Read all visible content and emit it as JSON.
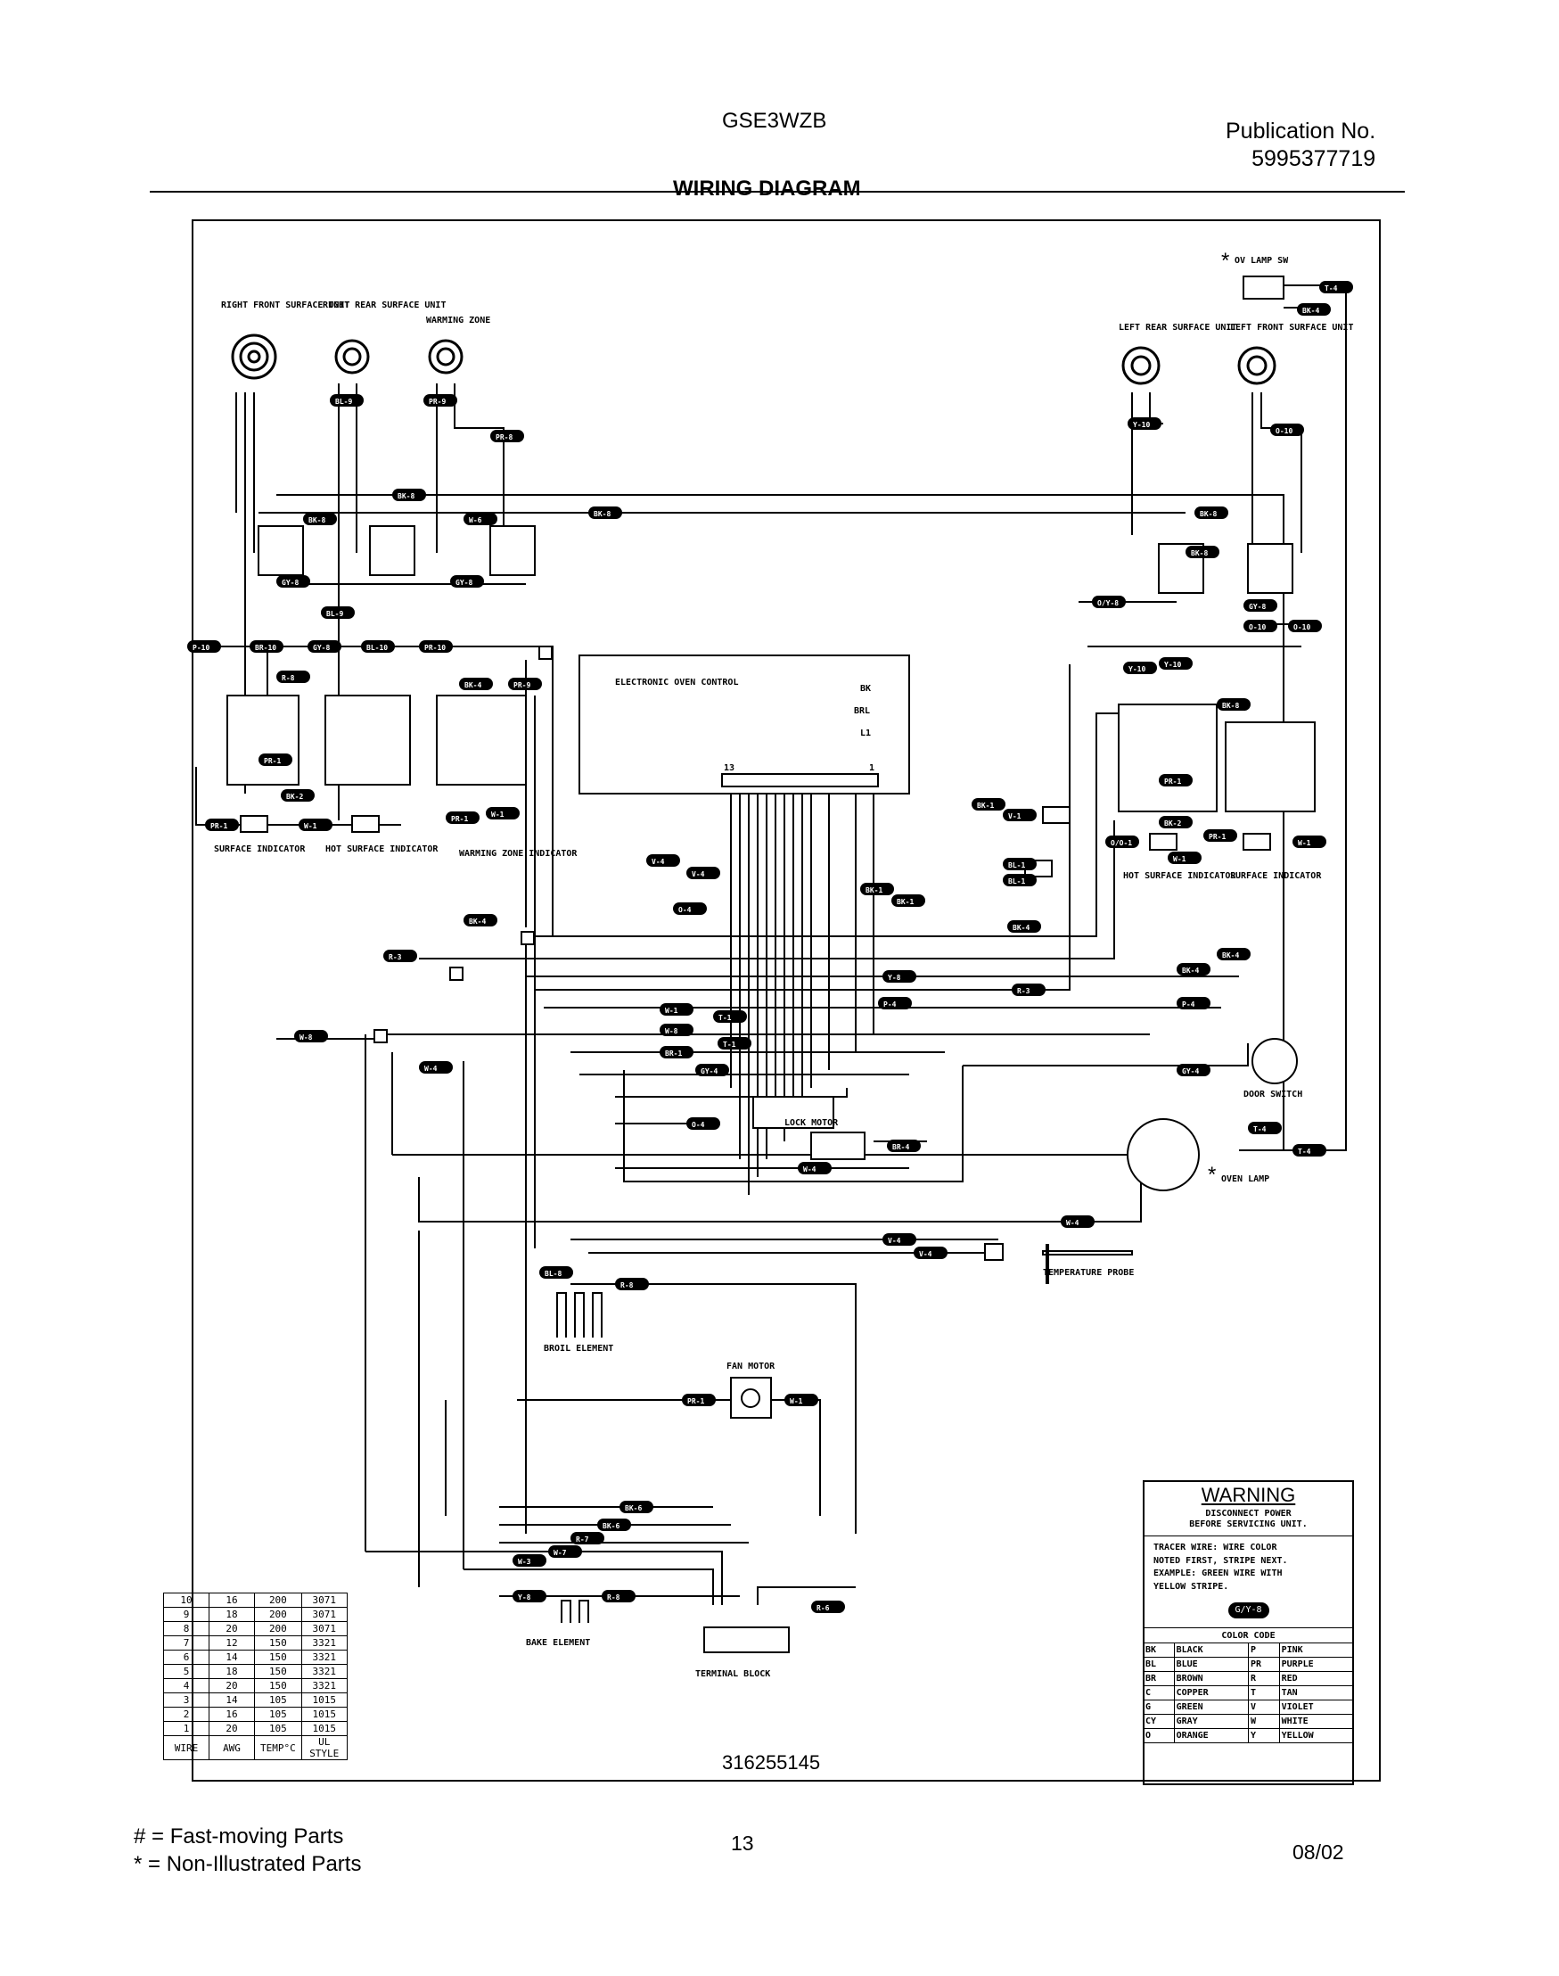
{
  "header": {
    "model": "GSE3WZB",
    "publication_label": "Publication No.",
    "publication_number": "5995377719",
    "title": "WIRING DIAGRAM"
  },
  "diagram": {
    "part_number": "316255145",
    "components": {
      "rf_surface_unit": "RIGHT FRONT SURFACE UNIT",
      "rr_surface_unit": "RIGHT REAR SURFACE UNIT",
      "warming_zone": "WARMING ZONE",
      "lr_surface_unit": "LEFT REAR SURFACE UNIT",
      "lf_surface_unit": "LEFT FRONT SURFACE UNIT",
      "ov_lamp_sw": "OV LAMP SW",
      "electronic_oven_control": "ELECTRONIC OVEN CONTROL",
      "surface_indicator_left": "SURFACE INDICATOR",
      "hot_surface_indicator_left": "HOT SURFACE INDICATOR",
      "warming_zone_indicator": "WARMING ZONE INDICATOR",
      "hot_surface_indicator_right": "HOT SURFACE INDICATOR",
      "surface_indicator_right": "SURFACE INDICATOR",
      "door_switch": "DOOR SWITCH",
      "lock_motor": "LOCK MOTOR",
      "oven_lamp": "OVEN LAMP",
      "temperature_probe": "TEMPERATURE PROBE",
      "broil_element": "BROIL ELEMENT",
      "fan_motor": "FAN MOTOR",
      "bake_element": "BAKE ELEMENT",
      "terminal_block": "TERMINAL BLOCK"
    },
    "eoc_terminals": [
      "BK",
      "BRL",
      "L1"
    ],
    "pin_labels": [
      "13",
      "1"
    ]
  },
  "wire_table": {
    "rows": [
      [
        "10",
        "16",
        "200",
        "3071"
      ],
      [
        "9",
        "18",
        "200",
        "3071"
      ],
      [
        "8",
        "20",
        "200",
        "3071"
      ],
      [
        "7",
        "12",
        "150",
        "3321"
      ],
      [
        "6",
        "14",
        "150",
        "3321"
      ],
      [
        "5",
        "18",
        "150",
        "3321"
      ],
      [
        "4",
        "20",
        "150",
        "3321"
      ],
      [
        "3",
        "14",
        "105",
        "1015"
      ],
      [
        "2",
        "16",
        "105",
        "1015"
      ],
      [
        "1",
        "20",
        "105",
        "1015"
      ]
    ],
    "headers": [
      "WIRE",
      "AWG",
      "TEMP°C",
      "UL STYLE"
    ]
  },
  "warning": {
    "title": "WARNING",
    "line1": "DISCONNECT POWER",
    "line2": "BEFORE SERVICING UNIT.",
    "note": [
      "TRACER WIRE: WIRE COLOR",
      "NOTED FIRST, STRIPE NEXT.",
      "EXAMPLE: GREEN WIRE WITH",
      "YELLOW STRIPE."
    ],
    "example_tag": "G/Y-8",
    "color_code_title": "COLOR CODE",
    "color_code": [
      [
        "BK",
        "BLACK",
        "P",
        "PINK"
      ],
      [
        "BL",
        "BLUE",
        "PR",
        "PURPLE"
      ],
      [
        "BR",
        "BROWN",
        "R",
        "RED"
      ],
      [
        "C",
        "COPPER",
        "T",
        "TAN"
      ],
      [
        "G",
        "GREEN",
        "V",
        "VIOLET"
      ],
      [
        "CY",
        "GRAY",
        "W",
        "WHITE"
      ],
      [
        "O",
        "ORANGE",
        "Y",
        "YELLOW"
      ]
    ]
  },
  "footer": {
    "legend_hash": "# = Fast-moving Parts",
    "legend_star": "* = Non-Illustrated Parts",
    "page": "13",
    "date": "08/02"
  }
}
